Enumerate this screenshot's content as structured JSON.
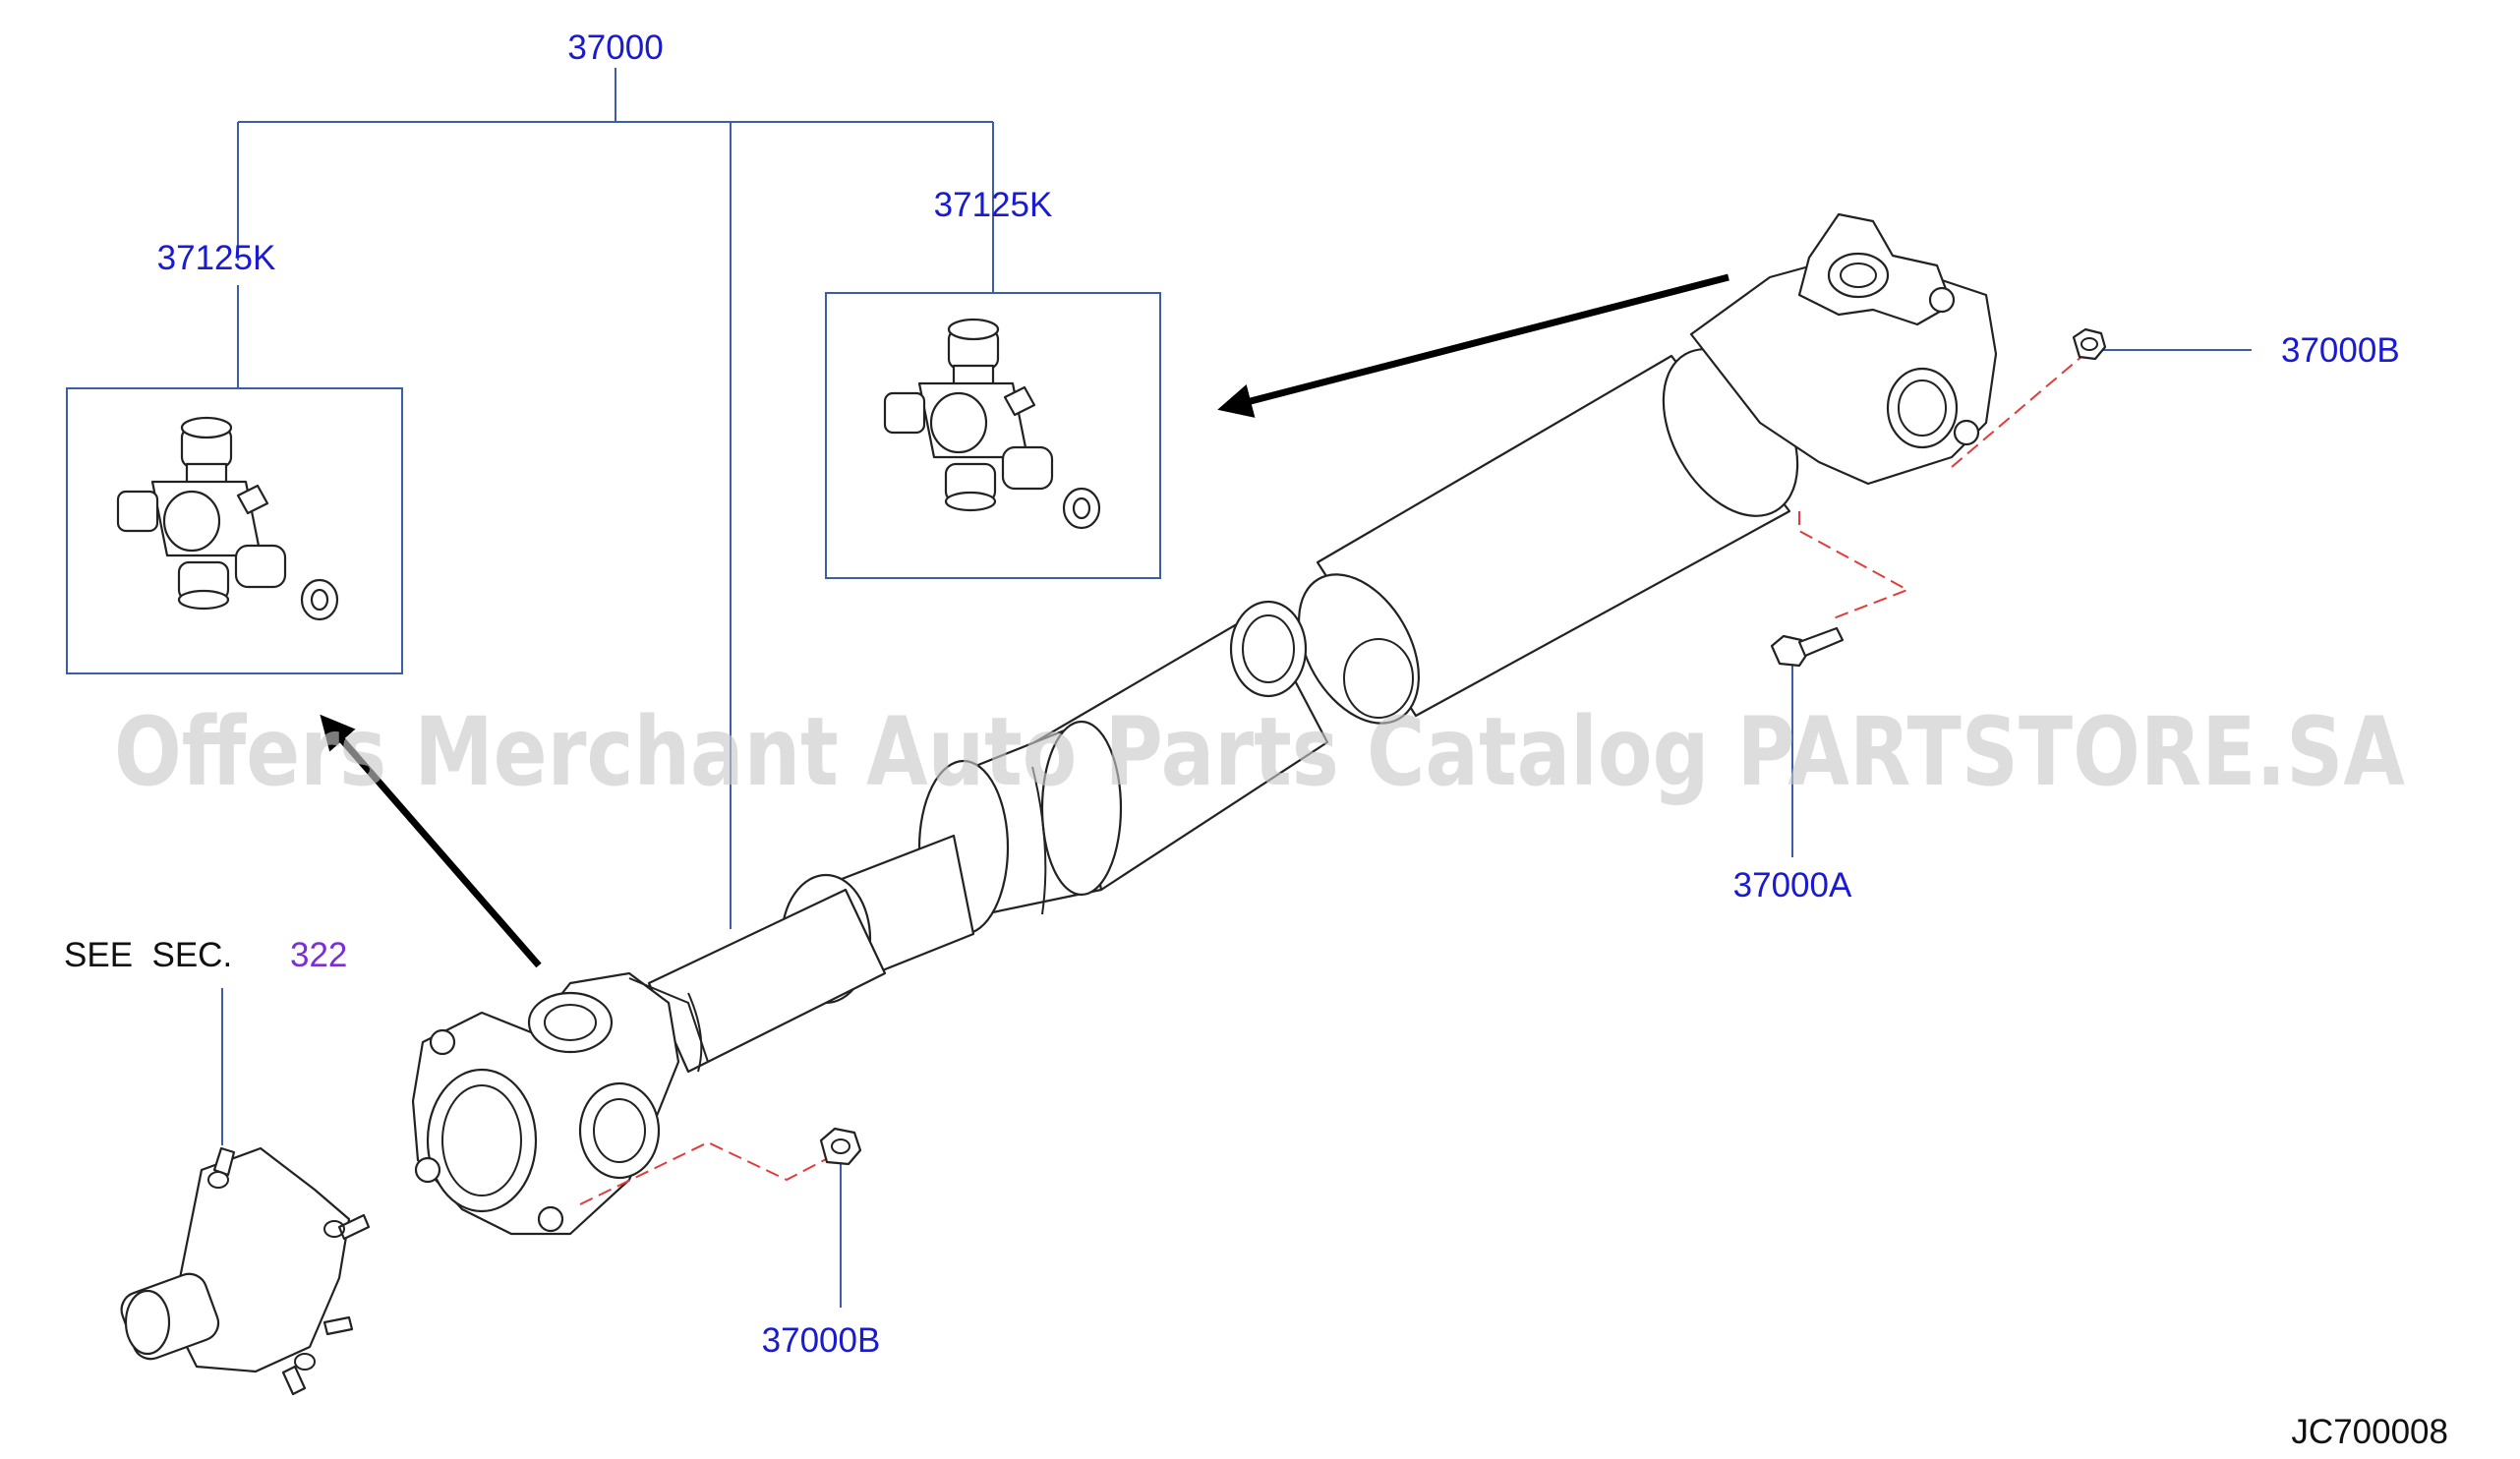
{
  "callouts": {
    "assembly": "37000",
    "joint_kit_left": "37125K",
    "joint_kit_right": "37125K",
    "nut_right": "37000B",
    "bolt": "37000A",
    "nut_bottom": "37000B",
    "see_prefix": "SEE  SEC.",
    "see_section": "322",
    "figure_code": "JC700008"
  },
  "watermark": "Offers Merchant Auto Parts Catalog PARTSTORE.SA",
  "colors": {
    "callout_text": "#1a1ad0",
    "section_link": "#7a2fd6",
    "leader_line": "#3a5fa8",
    "phantom_line": "#e23b3b",
    "watermark": "#c8c8c8"
  },
  "icons": [
    "universal-joint-spider",
    "snap-ring",
    "flange-yoke",
    "hex-nut",
    "flange-bolt",
    "companion-flange",
    "direction-arrow"
  ]
}
